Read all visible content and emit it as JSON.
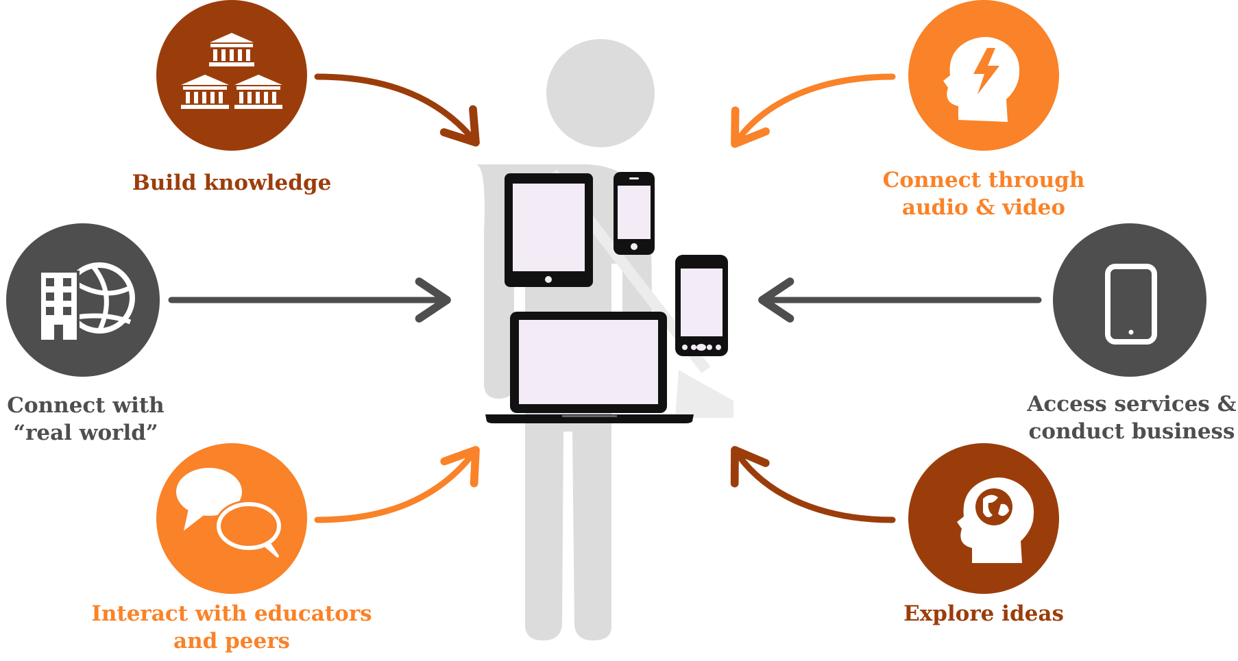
{
  "colors": {
    "brown": "#9b3d0b",
    "orange": "#fa8228",
    "dark_gray": "#4e4e4e",
    "figure_gray": "#dcdcdc",
    "screen": "#f3ebf5"
  },
  "nodes": {
    "build_knowledge": {
      "icon": "institutions-icon",
      "line1": "Build knowledge"
    },
    "connect_av": {
      "icon": "head-lightning-icon",
      "line1": "Connect through",
      "line2": "audio & video"
    },
    "real_world": {
      "icon": "building-globe-icon",
      "line1": "Connect with",
      "line2": "“real world”"
    },
    "access_services": {
      "icon": "tablet-icon",
      "line1": "Access services &",
      "line2": "conduct business"
    },
    "interact": {
      "icon": "speech-bubbles-icon",
      "line1": "Interact with educators",
      "line2": "and peers"
    },
    "explore": {
      "icon": "head-globe-icon",
      "line1": "Explore ideas"
    }
  },
  "center": {
    "figure": "person-icon",
    "devices": [
      "tablet-icon",
      "smartphone-icon",
      "android-phone-icon",
      "laptop-icon"
    ]
  }
}
